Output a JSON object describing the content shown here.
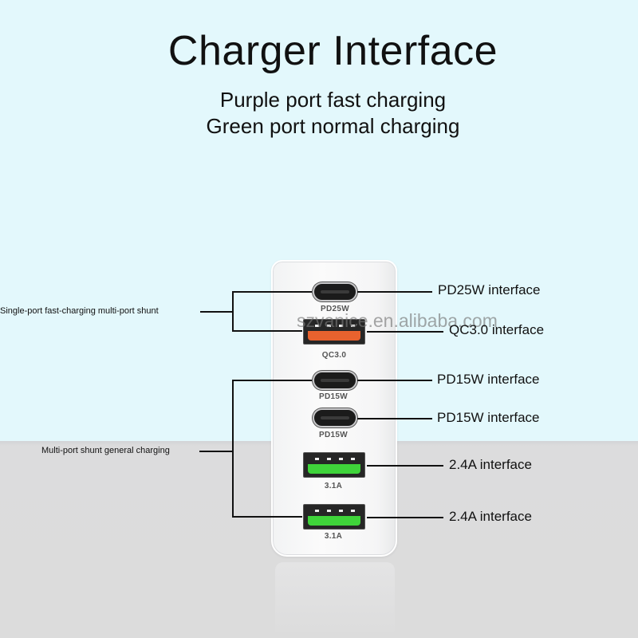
{
  "title": "Charger Interface",
  "subtitle": {
    "line1": "Purple port fast charging",
    "line2": "Green port normal charging"
  },
  "watermark": "szvanice.en.alibaba.com",
  "groups": {
    "fast": "Single-port fast-charging multi-port shunt",
    "general": "Multi-port shunt general charging"
  },
  "ports": [
    {
      "type": "usb-c",
      "label": "PD25W",
      "callout": "PD25W interface"
    },
    {
      "type": "usb-a",
      "label": "QC3.0",
      "callout": "QC3.0 interface",
      "color": "#e8622e"
    },
    {
      "type": "usb-c",
      "label": "PD15W",
      "callout": "PD15W interface"
    },
    {
      "type": "usb-c",
      "label": "PD15W",
      "callout": "PD15W interface"
    },
    {
      "type": "usb-a",
      "label": "3.1A",
      "callout": "2.4A interface",
      "color": "#3fd43a"
    },
    {
      "type": "usb-a",
      "label": "3.1A",
      "callout": "2.4A interface",
      "color": "#3fd43a"
    }
  ],
  "colors": {
    "background_top": "#e3f8fc",
    "background_bottom": "#dcdcdc",
    "qc_port": "#e8622e",
    "usb_a_green": "#3fd43a"
  }
}
